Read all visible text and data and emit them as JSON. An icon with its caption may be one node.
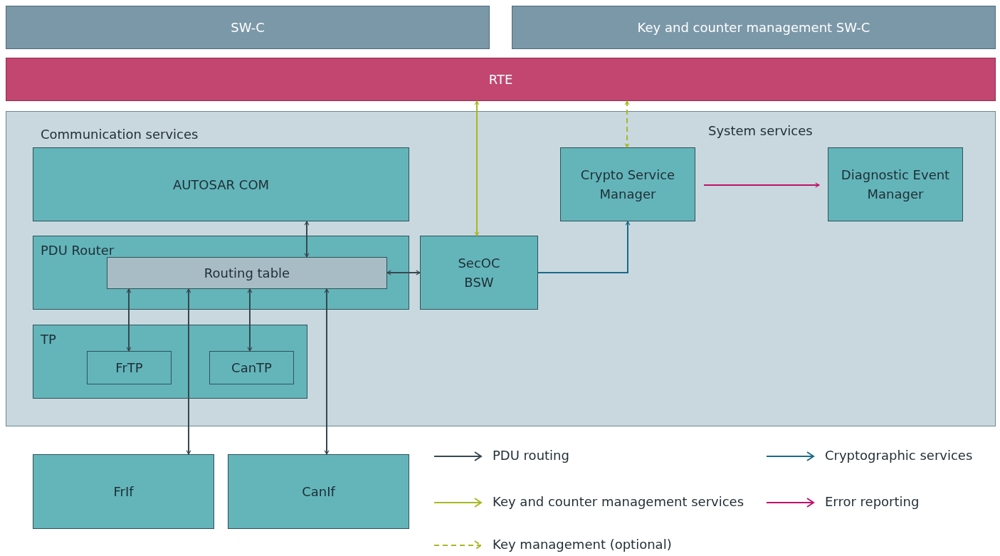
{
  "diagram": {
    "nodes": [
      {
        "text": [
          "SW-C"
        ]
      },
      {
        "text": [
          "Key and counter management SW-C"
        ]
      },
      {
        "text": [
          "RTE"
        ]
      },
      {
        "text": [
          "Communication services",
          "System services"
        ]
      },
      {
        "text": [
          "AUTOSAR COM"
        ],
        "in": 3
      },
      {
        "text": [
          "PDU Router"
        ],
        "in": 3
      },
      {
        "text": [
          "Routing table"
        ],
        "in": 5
      },
      {
        "text": [
          "SecOC BSW"
        ],
        "in": 3
      },
      {
        "text": [
          "Crypto Service Manager"
        ],
        "in": 3
      },
      {
        "text": [
          "Diagnostic Event Manager"
        ],
        "in": 3
      },
      {
        "text": [
          "TP"
        ],
        "in": 3
      },
      {
        "text": [
          "FrTP"
        ],
        "in": 10
      },
      {
        "text": [
          "CanTP"
        ],
        "in": 10
      },
      {
        "text": [
          "FrIf"
        ]
      },
      {
        "text": [
          "CanIf"
        ]
      }
    ],
    "edges": [
      {
        "from": 4,
        "to": 6,
        "arrow": "both"
      },
      {
        "from": 6,
        "to": 7,
        "arrow": "both"
      },
      {
        "from": 6,
        "to": 11,
        "arrow": "both"
      },
      {
        "from": 6,
        "to": 12,
        "arrow": "both"
      },
      {
        "from": 6,
        "to": 13,
        "arrow": "both"
      },
      {
        "from": 6,
        "to": 14,
        "arrow": "both"
      },
      {
        "from": 2,
        "to": 7,
        "arrow": "both",
        "color": "#a8b820"
      },
      {
        "from": 2,
        "to": 8,
        "arrow": "both",
        "style": "dashed",
        "color": "#a8b820"
      },
      {
        "from": 7,
        "to": 8,
        "arrow": "to",
        "color": "#1a6a8a"
      },
      {
        "from": 8,
        "to": 9,
        "arrow": "to",
        "color": "#c0106a"
      }
    ],
    "legend": [
      {
        "text": "PDU routing",
        "color": "#37474f"
      },
      {
        "text": "Cryptographic services",
        "color": "#1a6a8a"
      },
      {
        "text": "Key and counter management services",
        "color": "#a8b820"
      },
      {
        "text": "Error reporting",
        "color": "#c0106a"
      },
      {
        "text": "Key management (optional)",
        "color": "#a8b820"
      }
    ]
  }
}
